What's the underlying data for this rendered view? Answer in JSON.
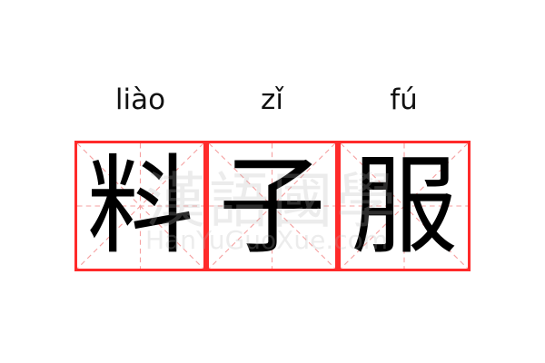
{
  "entries": [
    {
      "pinyin": "liào",
      "character": "料"
    },
    {
      "pinyin": "zǐ",
      "character": "子"
    },
    {
      "pinyin": "fú",
      "character": "服"
    }
  ],
  "watermark": {
    "chinese": "漢語國學",
    "latin": "HanYuGuoXue.com"
  },
  "colors": {
    "border": "#ff2a2a",
    "guide": "#f5a0a0"
  }
}
